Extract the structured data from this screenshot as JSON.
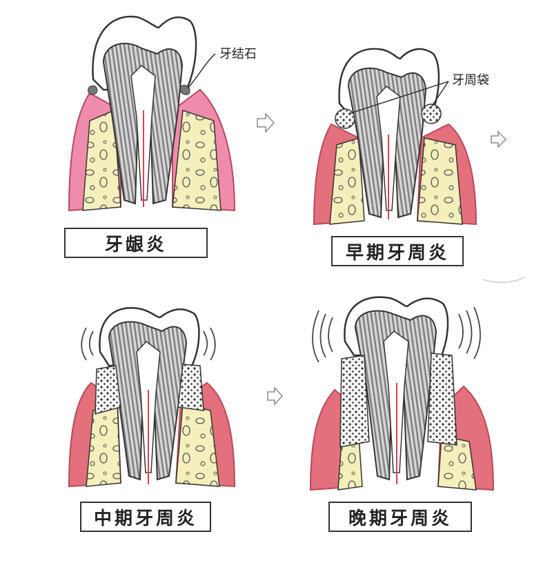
{
  "stages": [
    {
      "caption": "牙龈炎"
    },
    {
      "caption": "早期牙周炎"
    },
    {
      "caption": "中期牙周炎"
    },
    {
      "caption": "晚期牙周炎"
    }
  ],
  "callouts": {
    "calculus": "牙结石",
    "pocket": "牙周袋"
  },
  "colors": {
    "gum_inflamed_light": "#f08cab",
    "gum_inflamed": "#e4707c",
    "gum_border": "#b8495a",
    "bone": "#f5efbc",
    "enamel": "#ffffff",
    "dentin_stripes": "#9a9a9a",
    "pulp_line": "#d9414f",
    "outline": "#333333"
  },
  "icons": [
    "arrow-right-icon",
    "vibration-lines-icon"
  ]
}
